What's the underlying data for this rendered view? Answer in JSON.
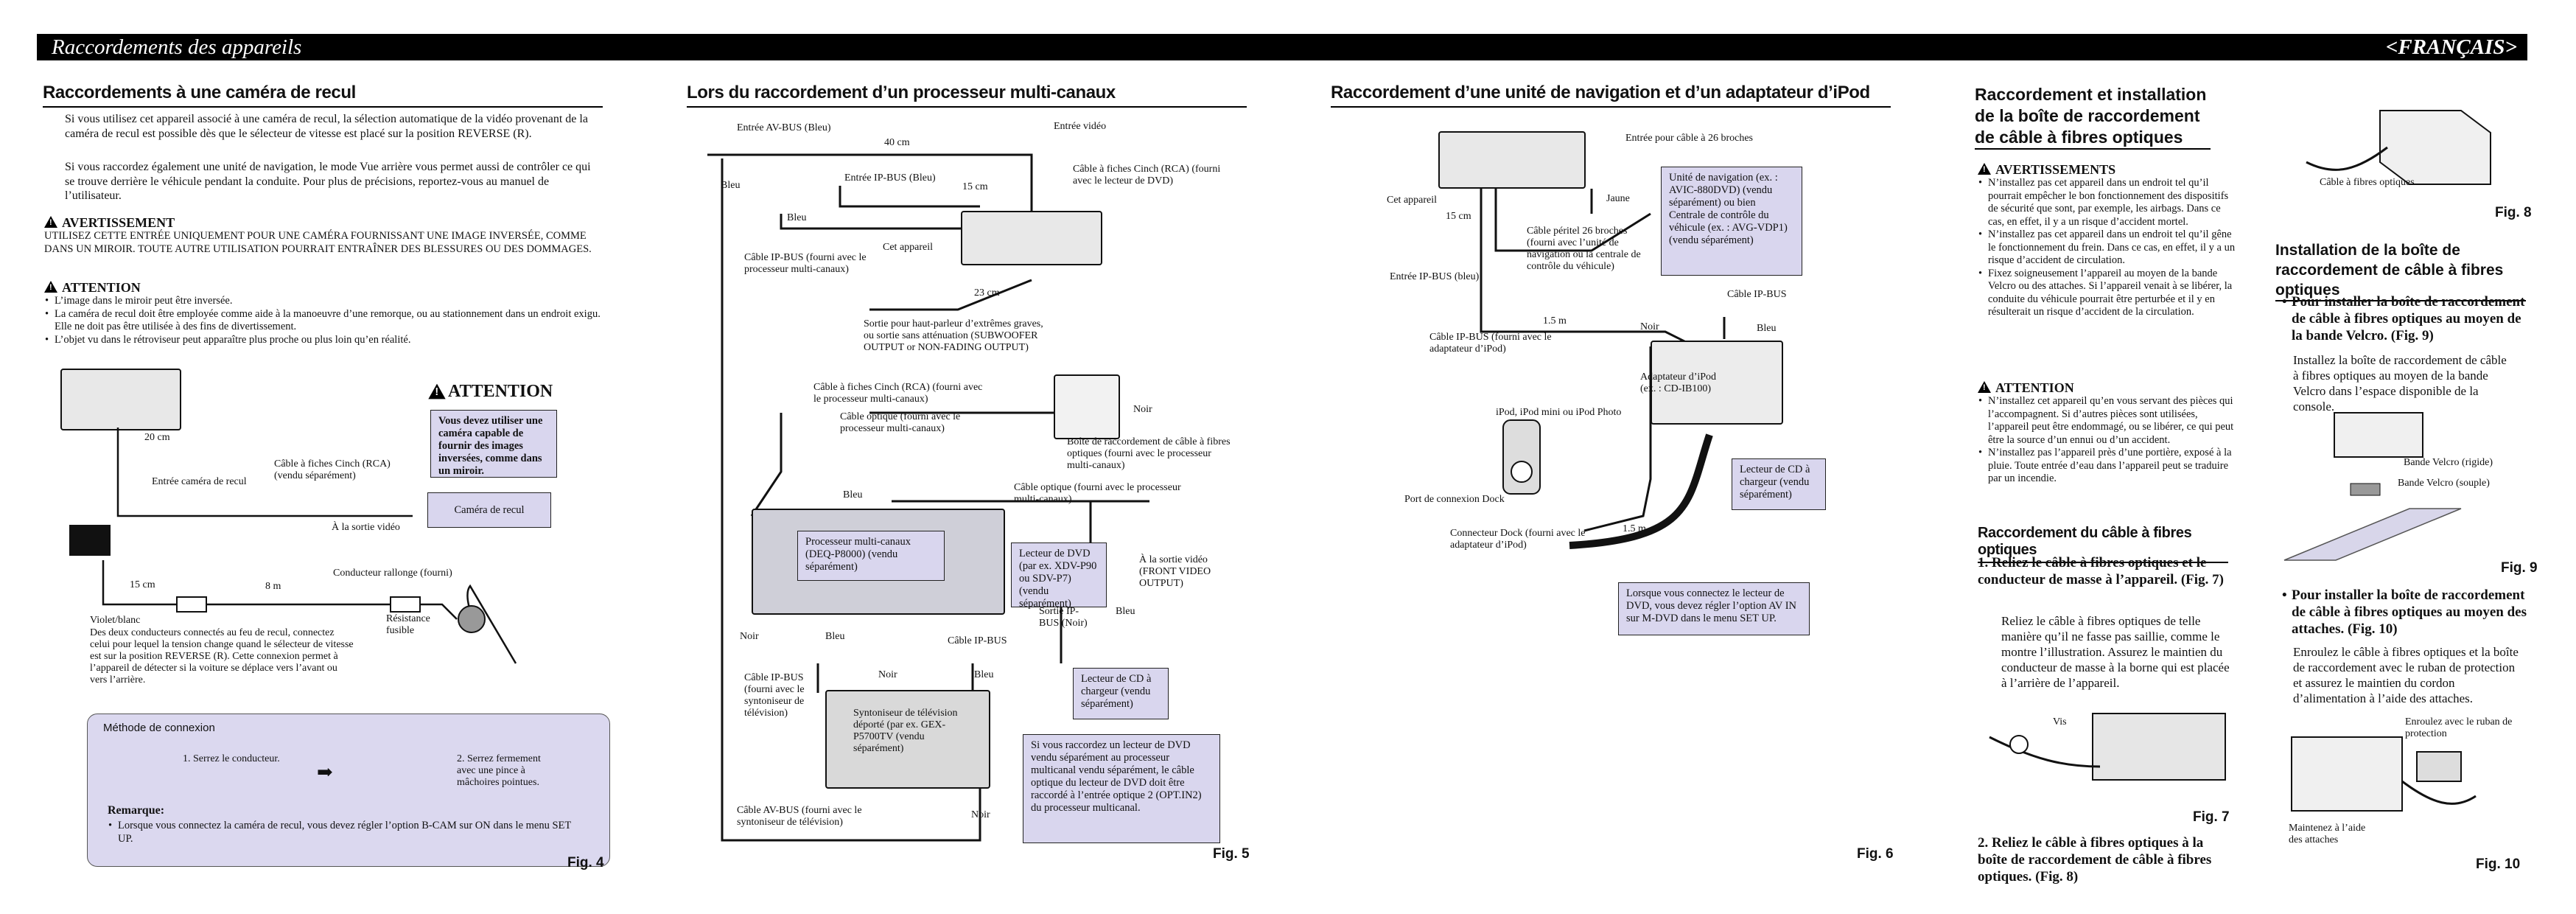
{
  "header": {
    "left": "Raccordements des appareils",
    "right": "<FRANÇAIS>"
  },
  "col1": {
    "title": "Raccordements à une caméra de recul",
    "intro1": "Si vous utilisez cet appareil associé à une caméra de recul, la sélection automatique de la vidéo provenant de la caméra de recul est possible dès que le sélecteur de vitesse est placé sur la position REVERSE (R).",
    "intro2": "Si vous raccordez également une unité de navigation, le mode Vue arrière vous permet aussi de contrôler ce qui se trouve derrière le véhicule pendant la conduite. Pour plus de précisions, reportez-vous au manuel de l’utilisateur.",
    "avert_title": "AVERTISSEMENT",
    "avert_text": "UTILISEZ CETTE ENTRÉE UNIQUEMENT POUR UNE CAMÉRA FOURNISSANT UNE IMAGE INVERSÉE, COMME DANS UN MIROIR. TOUTE AUTRE UTILISATION POURRAIT ENTRAÎNER DES BLESSURES OU DES DOMMAGES.",
    "att_title": "ATTENTION",
    "att_items": [
      "L’image dans le miroir peut être inversée.",
      "La caméra de recul doit être employée comme aide à la manoeuvre d’une remorque, ou au stationnement dans un endroit exigu. Elle ne doit pas être utilisée à des fins de divertissement.",
      "L’objet vu dans le rétroviseur peut apparaître plus proche ou plus loin qu’en réalité."
    ],
    "diagram": {
      "l_20cm": "20 cm",
      "l_entree_camera": "Entrée caméra de recul",
      "l_cinch": "Câble à fiches Cinch (RCA) (vendu séparément)",
      "l_sortie_video": "À la sortie vidéo",
      "box_camera": "Caméra de recul",
      "attention_big": "ATTENTION",
      "attention_box": "Vous devez utiliser une caméra capable de fournir des images inversées, comme dans un miroir.",
      "l_15cm": "15 cm",
      "l_8m": "8 m",
      "l_rallonge": "Conducteur rallonge (fourni)",
      "l_violet": "Violet/blanc",
      "l_violet_desc": "Des deux conducteurs connectés au feu de recul, connectez celui pour lequel la tension change quand le sélecteur de vitesse est sur la position REVERSE (R). Cette connexion permet à l’appareil de détecter si la voiture se déplace vers l’avant ou vers l’arrière.",
      "l_fusible": "Résistance fusible"
    },
    "methode": {
      "title": "Méthode de connexion",
      "step1": "1.   Serrez le conducteur.",
      "step2": "2.   Serrez fermement avec une pince à mâchoires pointues.",
      "remarque_title": "Remarque:",
      "remarque_text": "Lorsque vous connectez la caméra de recul, vous devez régler l’option B-CAM sur ON dans le menu SET UP."
    },
    "fig": "Fig. 4"
  },
  "col2": {
    "title": "Lors du raccordement d’un processeur multi-canaux",
    "labels": {
      "entree_avbus": "Entrée AV-BUS (Bleu)",
      "l40cm": "40 cm",
      "entree_video": "Entrée vidéo",
      "bleu1": "Bleu",
      "entree_ipbus": "Entrée IP-BUS (Bleu)",
      "l15cm": "15 cm",
      "cinch_dvd": "Câble à fiches Cinch (RCA) (fourni avec le lecteur de DVD)",
      "bleu2": "Bleu",
      "cable_ipbus": "Câble IP-BUS (fourni avec le processeur multi-canaux)",
      "cet_appareil": "Cet appareil",
      "l23cm": "23 cm",
      "sortie_hp": "Sortie pour haut-parleur d’extrêmes graves, ou sortie sans atténuation (SUBWOOFER OUTPUT or NON-FADING OUTPUT)",
      "cinch_proc": "Câble à fiches Cinch (RCA) (fourni avec le processeur multi-canaux)",
      "cable_opt1": "Câble optique (fourni avec le processeur multi-canaux)",
      "noir1": "Noir",
      "boite": "Boîte de raccordement de câble à fibres optiques (fourni avec le processeur multi-canaux)",
      "bleu3": "Bleu",
      "cable_opt2": "Câble optique (fourni avec le processeur multi-canaux)",
      "processeur": "Processeur multi-canaux (DEQ-P8000) (vendu séparément)",
      "lecteur_dvd": "Lecteur de DVD (par ex. XDV-P90 ou SDV-P7) (vendu séparément)",
      "sortie_video": "À la sortie vidéo (FRONT VIDEO OUTPUT)",
      "noir2": "Noir",
      "bleu4": "Bleu",
      "cable_ipbus2": "Câble IP-BUS",
      "sortie_ipbus": "Sortie IP-BUS (Noir)",
      "bleu5": "Bleu",
      "cable_ipbus3": "Câble IP-BUS (fourni avec le syntoniseur de télévision)",
      "noir3": "Noir",
      "bleu6": "Bleu",
      "syntoniseur": "Syntoniseur de télévision déporté (par ex. GEX-P5700TV (vendu séparément)",
      "lecteur_cd": "Lecteur de CD à chargeur (vendu séparément)",
      "noir4": "Noir",
      "cable_avbus": "Câble AV-BUS (fourni avec le syntoniseur de télévision)"
    },
    "note": "Si vous raccordez un lecteur de DVD vendu séparément au processeur multicanal vendu séparément, le câble optique du lecteur de DVD doit être raccordé à l’entrée optique 2 (OPT.IN2) du processeur multicanal.",
    "fig": "Fig. 5"
  },
  "col3": {
    "title": "Raccordement d’une unité de navigation et d’un adaptateur d’iPod",
    "labels": {
      "entree26": "Entrée pour câble à 26 broches",
      "cet_appareil": "Cet appareil",
      "l15cm": "15 cm",
      "jaune": "Jaune",
      "peritel": "Câble péritel 26 broches (fourni avec l’unité de navigation ou la centrale de contrôle du véhicule)",
      "entree_ipbus": "Entrée IP-BUS (bleu)",
      "l15m": "1.5 m",
      "cable_ipbus_top": "Câble IP-BUS",
      "noir": "Noir",
      "bleu": "Bleu",
      "cable_ipbus": "Câble IP-BUS (fourni avec le adaptateur d’iPod)",
      "adaptateur": "Adaptateur d’iPod (ex. : CD-IB100)",
      "ipod": "iPod, iPod mini ou iPod Photo",
      "port_dock": "Port de connexion Dock",
      "l15m2": "1.5 m",
      "connecteur_dock": "Connecteur Dock (fourni avec le adaptateur d’iPod)",
      "lecteur_cd": "Lecteur de CD à chargeur (vendu séparément)"
    },
    "nav_box": "Unité de navigation (ex. : AVIC-880DVD) (vendu séparément) ou bien Centrale de contrôle du véhicule (ex. : AVG-VDP1) (vendu séparément)",
    "note": "Lorsque vous connectez le lecteur de DVD, vous devez régler l’option AV IN sur M-DVD dans le menu SET UP.",
    "fig": "Fig. 6"
  },
  "col4": {
    "title": "Raccordement et installation de la boîte de raccordement de câble à fibres optiques",
    "avert_title": "AVERTISSEMENTS",
    "avert_items": [
      "N’installez pas cet appareil dans un endroit tel qu’il pourrait empêcher le bon fonctionnement des dispositifs de sécurité que sont, par exemple, les airbags. Dans ce cas, en effet, il y a un risque d’accident mortel.",
      "N’installez pas cet appareil dans un endroit tel qu’il gêne le fonctionnement du frein. Dans ce cas, en effet, il y a un risque d’accident de circulation.",
      "Fixez soigneusement l’appareil au moyen de la bande Velcro ou des attaches. Si l’appareil venait à se libérer, la conduite du véhicule pourrait être perturbée et il y en résulterait un risque d’accident de la circulation."
    ],
    "att_title": "ATTENTION",
    "att_items": [
      "N’installez cet appareil qu’en vous servant des pièces qui l’accompagnent. Si d’autres pièces sont utilisées, l’appareil peut être endommagé, ou se libérer, ce qui peut être la source d’un ennui ou d’un accident.",
      "N’installez pas l’appareil près d’une portière, exposé à la pluie. Toute entrée d’eau dans l’appareil peut se traduire par un incendie."
    ],
    "sub_title": "Raccordement du câble à fibres optiques",
    "step1_title": "1.  Reliez le câble à fibres optiques et le conducteur de masse à l’appareil. (Fig. 7)",
    "step1_text": "Reliez le câble à fibres optiques de telle manière qu’il ne fasse pas saillie, comme le montre l’illustration. Assurez le maintien du conducteur de masse à la borne qui est placée à l’arrière de l’appareil.",
    "vis": "Vis",
    "fig7": "Fig. 7",
    "step2_title": "2.  Reliez le câble à fibres optiques à la boîte de raccordement de câble à fibres optiques. (Fig. 8)"
  },
  "col5": {
    "cable_fibres": "Câble à fibres optiques",
    "fig8": "Fig. 8",
    "install_title": "Installation de la boîte de raccordement de câble à fibres optiques",
    "b1_title": "Pour installer la boîte de raccordement de câble à fibres optiques au moyen de la bande Velcro. (Fig. 9)",
    "b1_text": "Installez la boîte de raccordement de câble à fibres optiques au moyen de la bande Velcro dans l’espace disponible de la console.",
    "velcro_rigide": "Bande Velcro (rigide)",
    "velcro_souple": "Bande Velcro (souple)",
    "fig9": "Fig. 9",
    "b2_title": "Pour installer la boîte de raccordement de câble à fibres optiques au moyen des attaches. (Fig. 10)",
    "b2_text": "Enroulez le câble à fibres optiques et la boîte de raccordement avec le ruban de protection et assurez le maintien du cordon d’alimentation à l’aide des attaches.",
    "ruban": "Enroulez avec le ruban de protection",
    "maintenez": "Maintenez à l’aide des attaches",
    "fig10": "Fig. 10"
  }
}
